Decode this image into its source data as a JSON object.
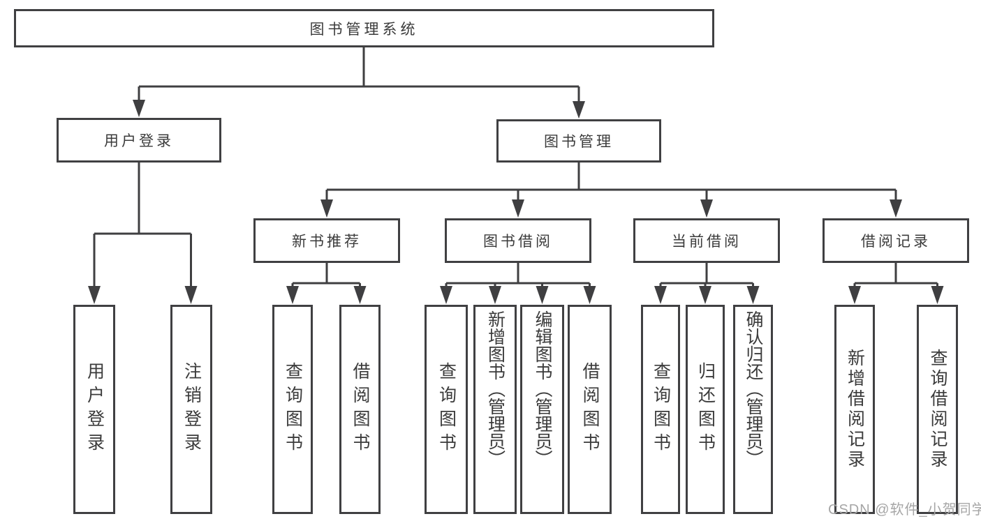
{
  "diagram": {
    "title": "图书管理系统",
    "watermark": "CSDN @软件_小贺同学",
    "colors": {
      "line": "#3f3f41",
      "border": "#404042",
      "text": "#3b3b3b",
      "watermark": "#a6a6a6",
      "background": "#ffffff"
    },
    "nodes": {
      "root": {
        "label": "图书管理系统"
      },
      "level2": [
        {
          "label": "用户登录"
        },
        {
          "label": "图书管理"
        }
      ],
      "level3": [
        {
          "label": "新书推荐"
        },
        {
          "label": "图书借阅"
        },
        {
          "label": "当前借阅"
        },
        {
          "label": "借阅记录"
        }
      ],
      "leaves": [
        {
          "label": "用户登录"
        },
        {
          "label": "注销登录"
        },
        {
          "label": "查询图书"
        },
        {
          "label": "借阅图书"
        },
        {
          "label": "查询图书"
        },
        {
          "label": "新增图书（管理员）"
        },
        {
          "label": "编辑图书（管理员）"
        },
        {
          "label": "借阅图书"
        },
        {
          "label": "查询图书"
        },
        {
          "label": "归还图书"
        },
        {
          "label": "确认归还（管理员）"
        },
        {
          "label": "新增借阅记录"
        },
        {
          "label": "查询借阅记录"
        }
      ]
    },
    "edges": [
      {
        "from": "图书管理系统",
        "to": [
          "用户登录",
          "图书管理"
        ]
      },
      {
        "from": "用户登录",
        "to": [
          "用户登录",
          "注销登录"
        ]
      },
      {
        "from": "图书管理",
        "to": [
          "新书推荐",
          "图书借阅",
          "当前借阅",
          "借阅记录"
        ]
      },
      {
        "from": "新书推荐",
        "to": [
          "查询图书",
          "借阅图书"
        ]
      },
      {
        "from": "图书借阅",
        "to": [
          "查询图书",
          "新增图书（管理员）",
          "编辑图书（管理员）",
          "借阅图书"
        ]
      },
      {
        "from": "当前借阅",
        "to": [
          "查询图书",
          "归还图书",
          "确认归还（管理员）"
        ]
      },
      {
        "from": "借阅记录",
        "to": [
          "新增借阅记录",
          "查询借阅记录"
        ]
      }
    ]
  }
}
